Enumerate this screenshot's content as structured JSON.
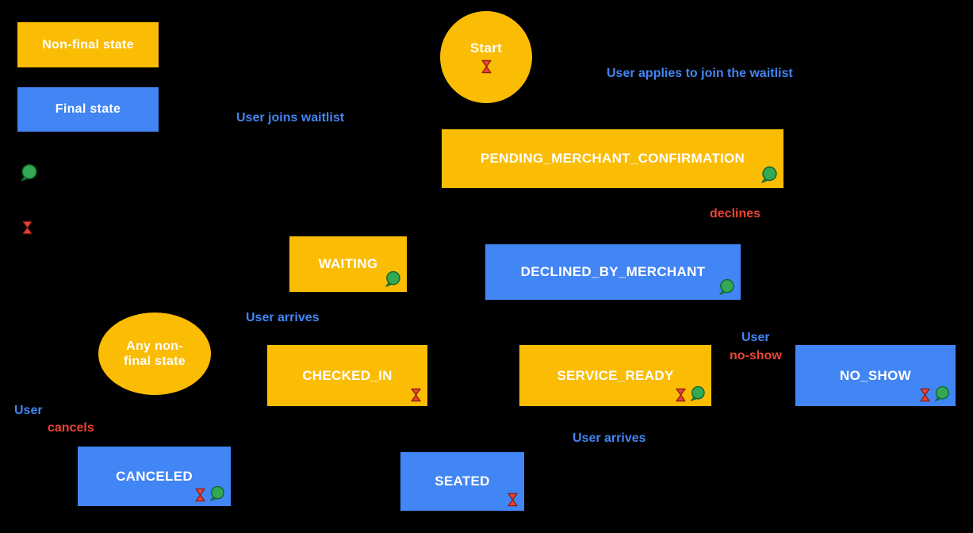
{
  "diagram": {
    "legend": {
      "non_final": "Non-final state",
      "final": "Final state"
    },
    "nodes": {
      "start": "Start",
      "pending": "PENDING_MERCHANT_CONFIRMATION",
      "waiting": "WAITING",
      "declined": "DECLINED_BY_MERCHANT",
      "any_non_final": "Any non-final state",
      "checked_in": "CHECKED_IN",
      "service_ready": "SERVICE_READY",
      "no_show": "NO_SHOW",
      "canceled": "CANCELED",
      "seated": "SEATED"
    },
    "edge_labels": {
      "apply": "User applies to join the waitlist",
      "join": "User joins waitlist",
      "declines": "declines",
      "user_arrives_checkin": "User arrives",
      "user_word_noshow": "User",
      "noshow": "no-show",
      "user_word_cancel": "User",
      "cancels": "cancels",
      "user_arrives_seated": "User arrives"
    },
    "colors": {
      "background": "#000000",
      "non_final_fill": "#FBBC04",
      "final_fill": "#4285F4",
      "label_blue": "#4285F4",
      "label_red": "#EA4335",
      "icon_green": "#34A853",
      "icon_red": "#EA4335",
      "node_text": "#FFFFFF"
    }
  }
}
